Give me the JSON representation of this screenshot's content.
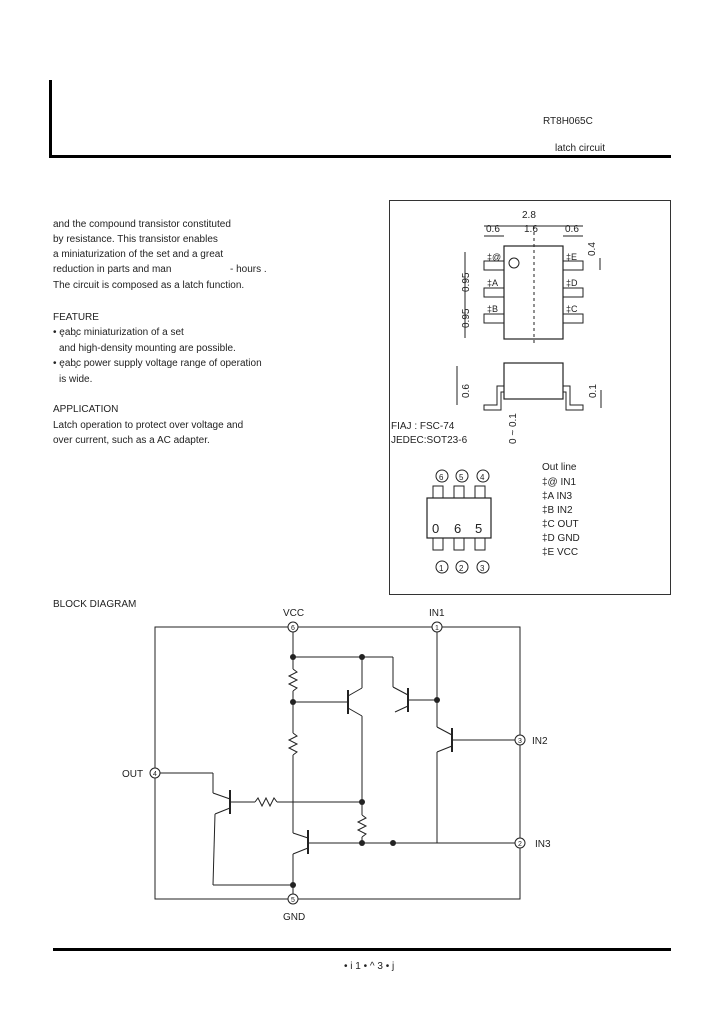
{
  "header": {
    "part_number": "RT8H065C",
    "subtitle": "latch circuit"
  },
  "description": {
    "lines": [
      "and the compound transistor constituted",
      "by resistance. This transistor enables",
      "a miniaturization of the set and a great",
      "reduction in parts and man",
      "- hours .",
      "The circuit is composed as a latch function."
    ]
  },
  "feature": {
    "heading": "FEATURE",
    "lines": [
      "• ȩab̧c miniaturization of a set",
      "and high-density mounting are possible.",
      "• ȩab̧c power supply voltage range of operation",
      "is wide."
    ]
  },
  "application": {
    "heading": "APPLICATION",
    "lines": [
      "Latch operation to protect over voltage and",
      "over current, such as a AC adapter."
    ]
  },
  "package": {
    "dims": {
      "total_width": "2.8",
      "left": "0.6",
      "center": "1.6",
      "right": "0.6",
      "right_lead": "0.4",
      "pitch_top": "0.95",
      "pitch_bottom": "0.95",
      "height": "0.6",
      "lead_thk": "0.1",
      "standoff": "0 ~ 0.1"
    },
    "pins_left": [
      "‡@",
      "‡A",
      "‡B"
    ],
    "pins_right": [
      "‡E",
      "‡D",
      "‡C"
    ],
    "standard_1": "FIAJ : FSC-74",
    "standard_2": "JEDEC:SOT23-6",
    "top_pin_circles": [
      "6",
      "5",
      "4"
    ],
    "bottom_pin_circles": [
      "1",
      "2",
      "3"
    ],
    "marking": [
      "0",
      "6",
      "5"
    ],
    "outline_title": "Out line",
    "outline_pins": [
      "‡@ IN1",
      "‡A IN3",
      "‡B IN2",
      "‡C OUT",
      "‡D GND",
      "‡E VCC"
    ]
  },
  "block_diagram": {
    "title": "BLOCK DIAGRAM",
    "labels": {
      "vcc": "VCC",
      "in1": "IN1",
      "in2": "IN2",
      "in3": "IN3",
      "out": "OUT",
      "gnd": "GND"
    },
    "pin_numbers": {
      "vcc": "6",
      "in1": "1",
      "in2": "3",
      "in3": "2",
      "out": "4",
      "gnd": "5"
    }
  },
  "footer": {
    "page": "• i  1 • ^  3 • j"
  }
}
